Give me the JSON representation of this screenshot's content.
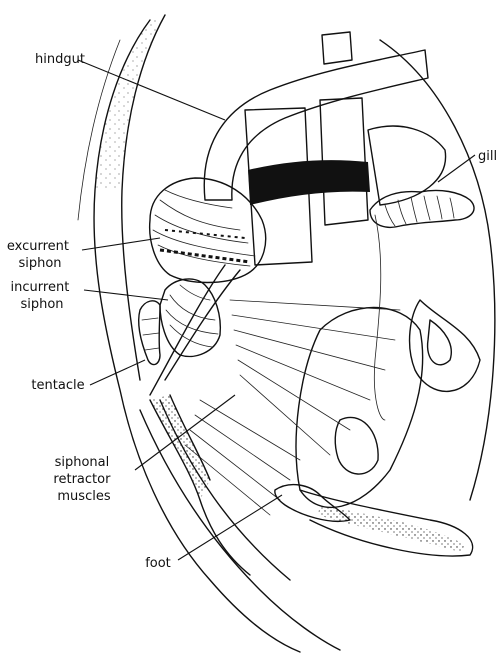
{
  "labels": {
    "hindgut": "hindgut",
    "gill": "gill",
    "excurrent_siphon": [
      "excurrent",
      "siphon"
    ],
    "incurrent_siphon": [
      "incurrent",
      "siphon"
    ],
    "tentacle": "tentacle",
    "siphonal_retractor_muscles": [
      "siphonal",
      "retractor",
      "muscles"
    ],
    "foot": "foot"
  },
  "colors": {
    "ink": "#111111",
    "background": "#ffffff"
  }
}
